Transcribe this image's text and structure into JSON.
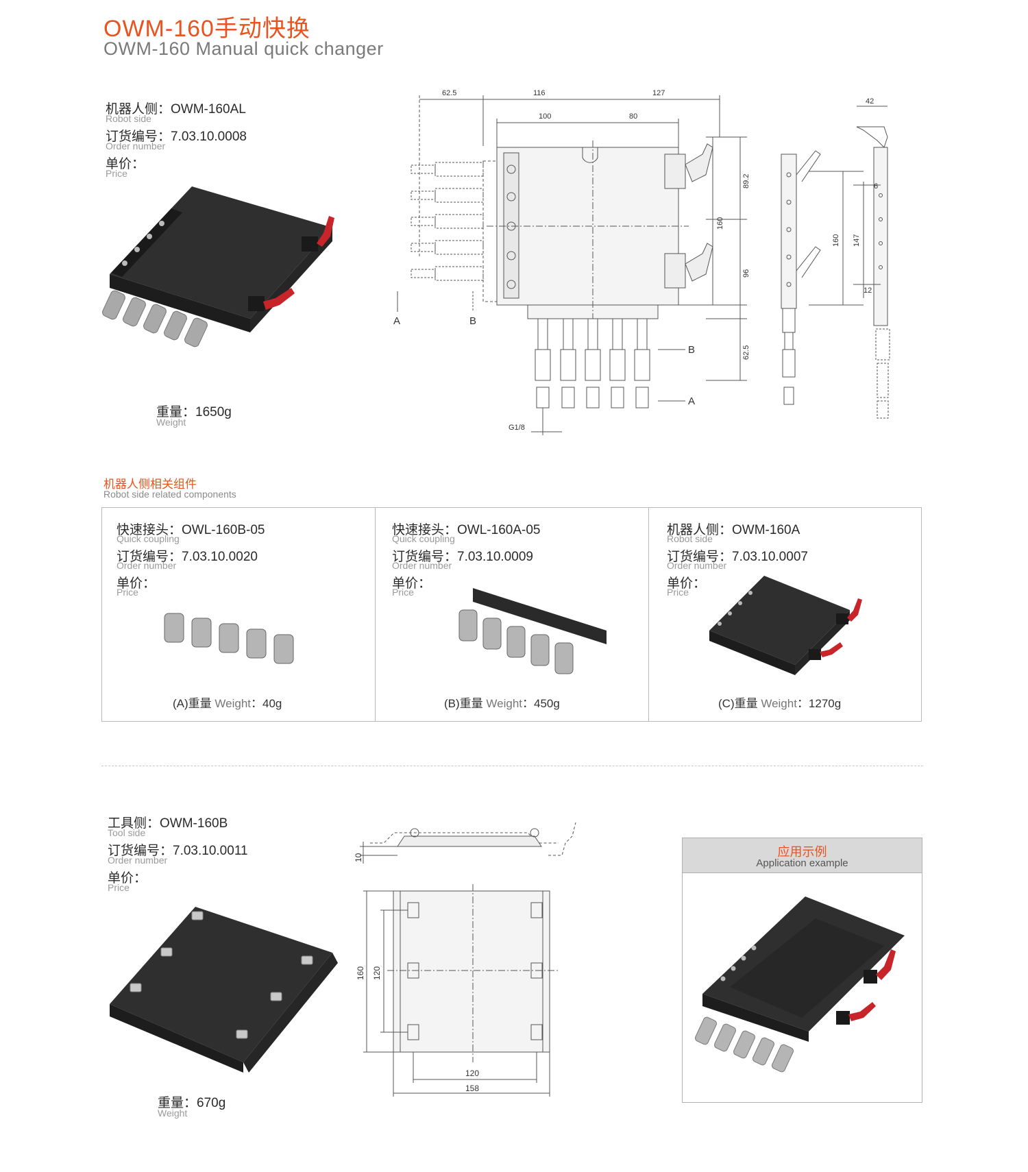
{
  "header": {
    "title_cn": "OWM-160手动快换",
    "title_en": "OWM-160 Manual quick changer"
  },
  "robot_side": {
    "model_cn": "机器人侧：",
    "model": "OWM-160AL",
    "model_en": "Robot side",
    "order_cn": "订货编号：",
    "order": "7.03.10.0008",
    "order_en": "Order number",
    "price_cn": "单价：",
    "price_en": "Price",
    "weight_cn": "重量：",
    "weight": "1650g",
    "weight_en": "Weight"
  },
  "drawing_top": {
    "dims": [
      "62.5",
      "116",
      "127",
      "100",
      "80",
      "89.2",
      "160",
      "96",
      "62.5",
      "42",
      "6",
      "160",
      "147",
      "12",
      "G1/8"
    ],
    "markers": [
      "A",
      "B",
      "B",
      "A"
    ]
  },
  "components_section": {
    "title_cn": "机器人侧相关组件",
    "title_en": "Robot side related components",
    "items": [
      {
        "type_cn": "快速接头：",
        "model": "OWL-160B-05",
        "type_en": "Quick coupling",
        "order_cn": "订货编号：",
        "order": "7.03.10.0020",
        "order_en": "Order number",
        "price_cn": "单价：",
        "price_en": "Price",
        "caption_prefix": "(A)重量",
        "caption_en": " Weight",
        "caption_value": "：40g"
      },
      {
        "type_cn": "快速接头：",
        "model": "OWL-160A-05",
        "type_en": "Quick coupling",
        "order_cn": "订货编号：",
        "order": "7.03.10.0009",
        "order_en": "Order number",
        "price_cn": "单价：",
        "price_en": "Price",
        "caption_prefix": "(B)重量",
        "caption_en": " Weight",
        "caption_value": "：450g"
      },
      {
        "type_cn": "机器人侧：",
        "model": "OWM-160A",
        "type_en": "Robot side",
        "order_cn": "订货编号：",
        "order": "7.03.10.0007",
        "order_en": "Order number",
        "price_cn": "单价：",
        "price_en": "Price",
        "caption_prefix": "(C)重量",
        "caption_en": " Weight",
        "caption_value": "：1270g"
      }
    ]
  },
  "tool_side": {
    "model_cn": "工具侧：",
    "model": "OWM-160B",
    "model_en": "Tool side",
    "order_cn": "订货编号：",
    "order": "7.03.10.0011",
    "order_en": "Order number",
    "price_cn": "单价：",
    "price_en": "Price",
    "weight_cn": "重量：",
    "weight": "670g",
    "weight_en": "Weight"
  },
  "drawing_bottom": {
    "dims": [
      "10",
      "160",
      "120",
      "120",
      "158"
    ]
  },
  "application": {
    "title_cn": "应用示例",
    "title_en": "Application example"
  },
  "colors": {
    "accent": "#e8531f",
    "plate": "#2f2f2f",
    "handle_red": "#c8252b"
  }
}
